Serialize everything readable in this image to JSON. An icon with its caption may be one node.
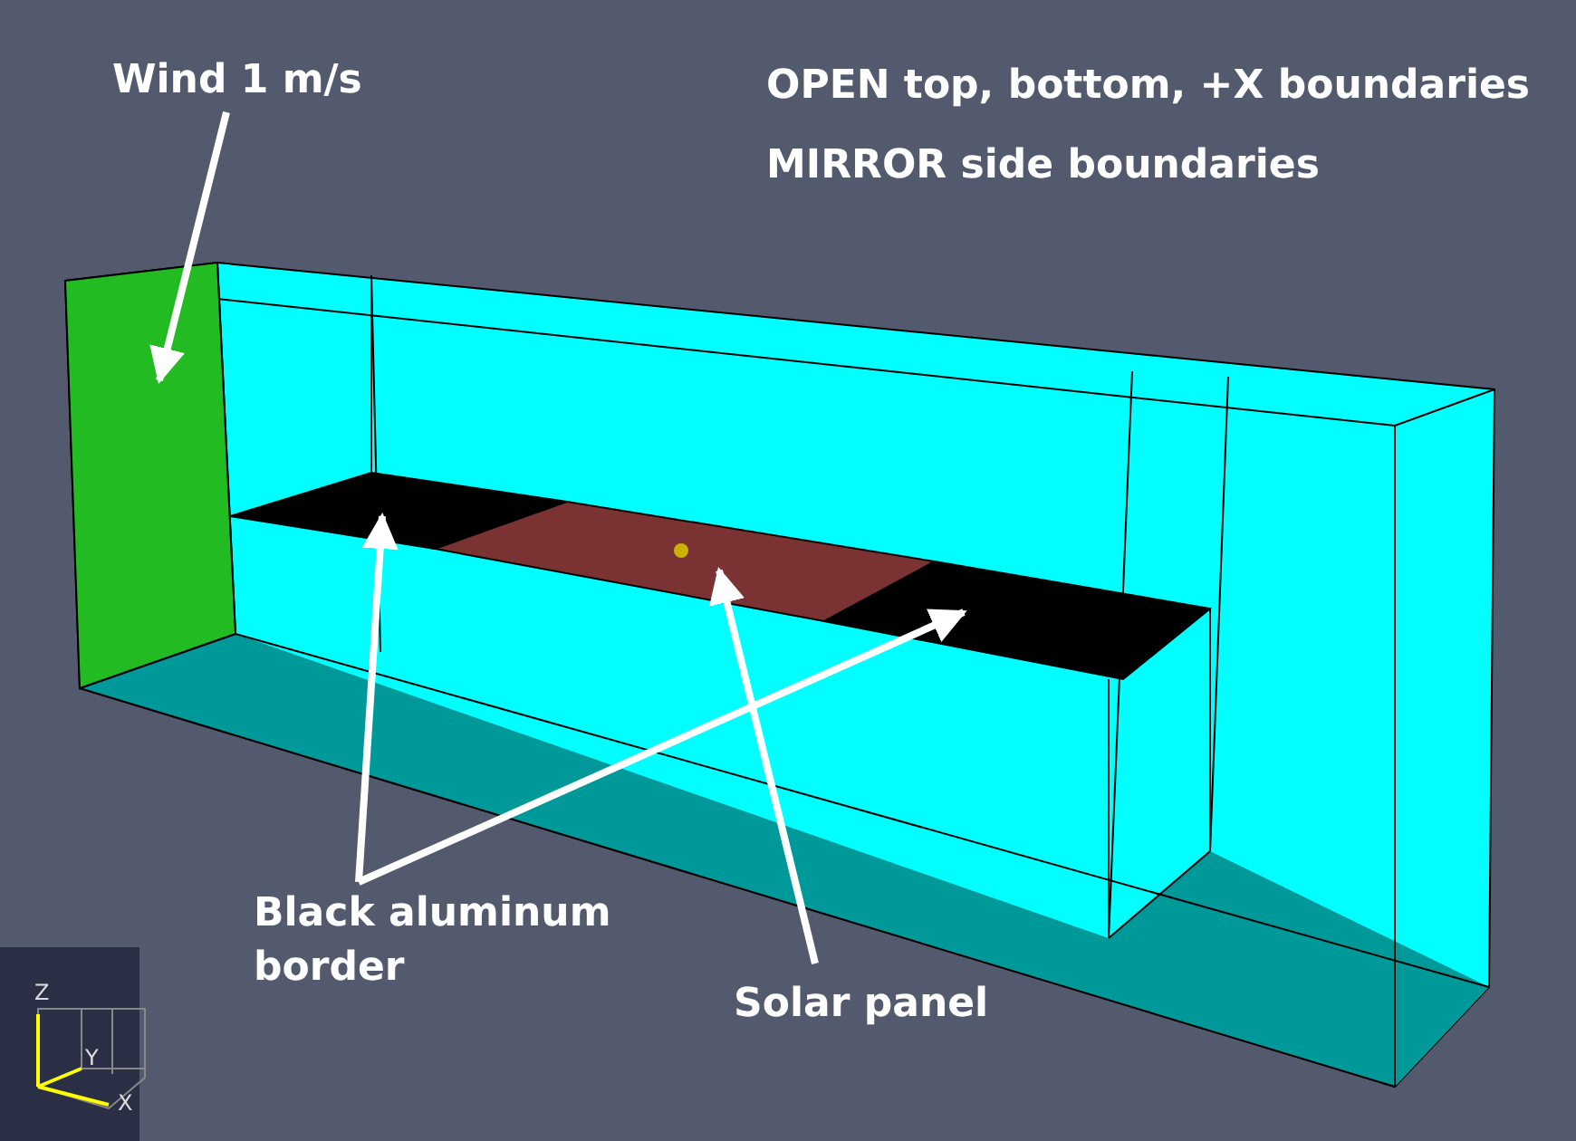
{
  "diagram": {
    "nodes": [
      {
        "text": [
          "Wind 1 m/s"
        ]
      },
      {
        "text": [],
        "shape": "box"
      },
      {
        "text": [
          "Black aluminum border"
        ]
      },
      {
        "text": [],
        "shape": "box"
      },
      {
        "text": [],
        "shape": "box"
      },
      {
        "text": [
          "Solar panel"
        ]
      },
      {
        "text": [],
        "shape": "box"
      }
    ],
    "edges": [
      {
        "from": 0,
        "to": 1,
        "arrow": "to"
      },
      {
        "from": 2,
        "to": 3,
        "arrow": "to"
      },
      {
        "from": 2,
        "to": 4,
        "arrow": "to"
      },
      {
        "from": 5,
        "to": 6,
        "arrow": "to"
      }
    ],
    "labels": [
      "OPEN top, bottom, +X boundaries",
      "MIRROR side boundaries",
      "Z",
      "Y",
      "X"
    ]
  }
}
